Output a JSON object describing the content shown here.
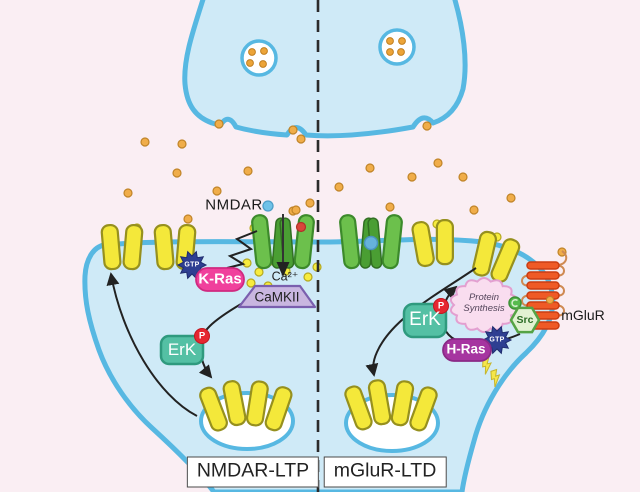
{
  "scene": {
    "background_color": "#faeef3",
    "cell_fill": "#cfeaf7",
    "membrane_color": "#57b8e2",
    "divider_style": "dashed"
  },
  "presynaptic": {
    "vesicle_count": 2,
    "neurotransmitter_dots_per_vesicle": 4
  },
  "left_pathway": {
    "panel_label": "NMDAR-LTP",
    "nmdar_label": "NMDAR",
    "calcium_label": "Ca²⁺",
    "camkii_label": "CaMKII",
    "kras_label": "K-Ras",
    "gtp_label": "GTP",
    "erk_label": "ErK",
    "phospho_label": "P"
  },
  "right_pathway": {
    "panel_label": "mGluR-LTD",
    "erk_label": "ErK",
    "phospho_label": "P",
    "protein_synthesis_line1": "Protein",
    "protein_synthesis_line2": "Synthesis",
    "src_label": "Src",
    "hras_label": "H-Ras",
    "gtp_label": "GTP",
    "mglur_label": "mGluR"
  },
  "colors": {
    "ampa_receptor": "#f4e83a",
    "nmdar_receptor": "#6cc04c",
    "kras_fill": "#f0409c",
    "hras_fill": "#a635a0",
    "gtp_fill": "#2e3f92",
    "erk_fill": "#54c0a4",
    "phospho_fill": "#e62730",
    "camkii_fill": "#c9b6e0",
    "protein_synthesis_fill": "#f9ddef",
    "src_fill": "#e2f2d2",
    "mglur_fill": "#ef5a26",
    "calcium_ion": "#f7ec3e",
    "neurotransmitter": "#f0ad49",
    "blocker_ion": "#66b2db"
  }
}
